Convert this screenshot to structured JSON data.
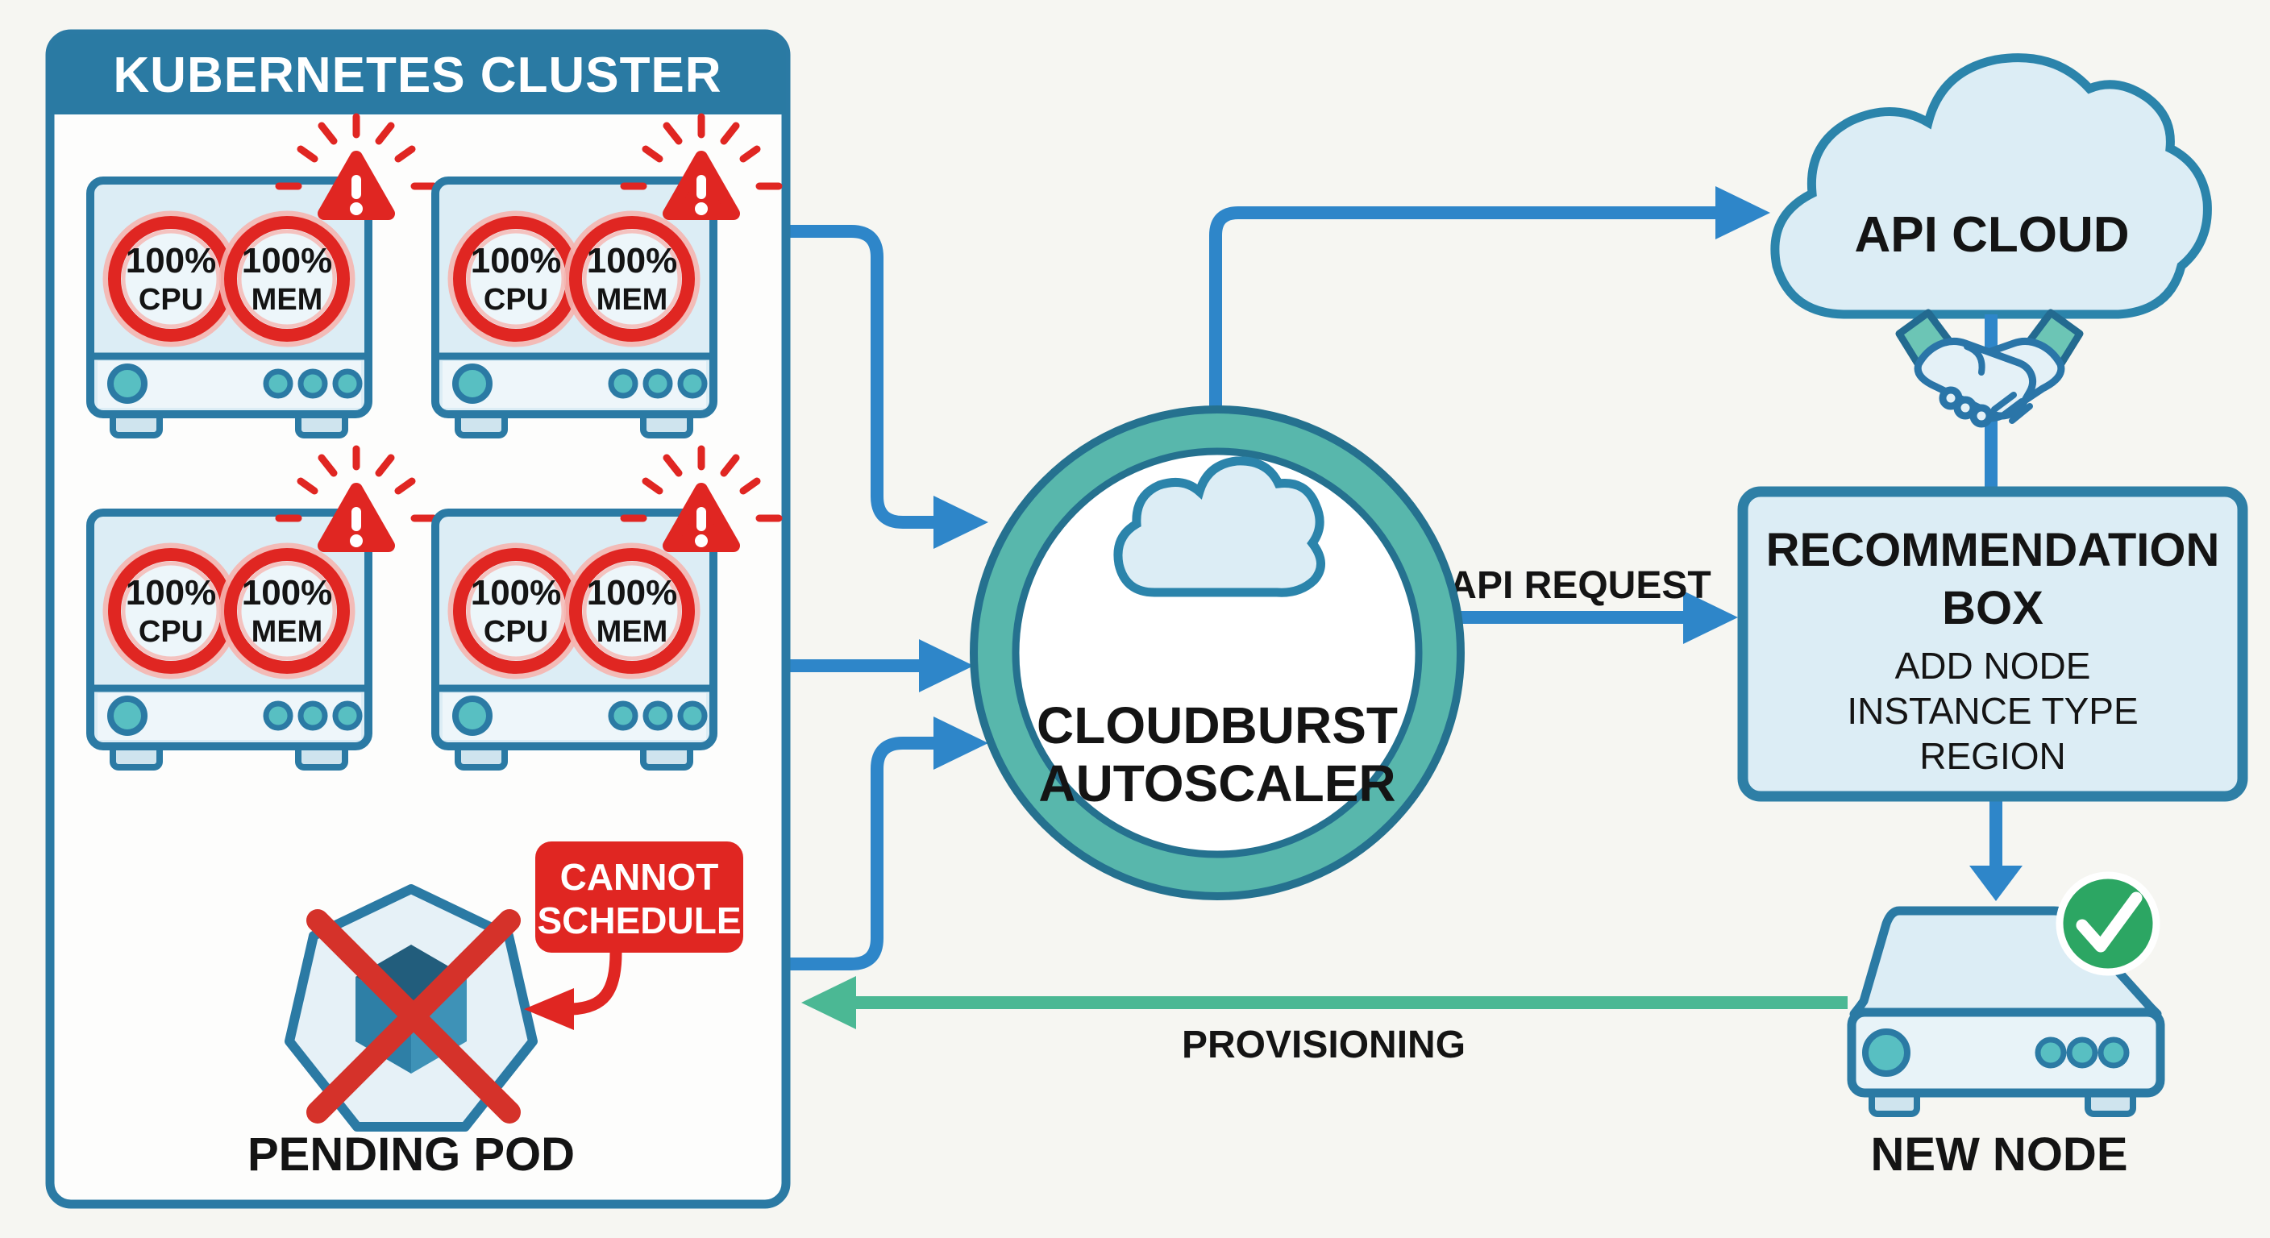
{
  "cluster": {
    "title": "KUBERNETES CLUSTER",
    "servers": [
      {
        "cpu_value": "100%",
        "cpu_label": "CPU",
        "mem_value": "100%",
        "mem_label": "MEM"
      },
      {
        "cpu_value": "100%",
        "cpu_label": "CPU",
        "mem_value": "100%",
        "mem_label": "MEM"
      },
      {
        "cpu_value": "100%",
        "cpu_label": "CPU",
        "mem_value": "100%",
        "mem_label": "MEM"
      },
      {
        "cpu_value": "100%",
        "cpu_label": "CPU",
        "mem_value": "100%",
        "mem_label": "MEM"
      }
    ],
    "pending_pod": {
      "label": "PENDING POD",
      "badge_line1": "CANNOT",
      "badge_line2": "SCHEDULE"
    }
  },
  "autoscaler": {
    "name_line1": "CLOUDBURST",
    "name_line2": "AUTOSCALER"
  },
  "api_cloud": {
    "label": "API CLOUD"
  },
  "recommendation_box": {
    "title_line1": "RECOMMENDATION",
    "title_line2": "BOX",
    "items": [
      "ADD NODE",
      "INSTANCE TYPE",
      "REGION"
    ]
  },
  "new_node": {
    "label": "NEW NODE"
  },
  "labels": {
    "api_request": "API REQUEST",
    "provisioning": "PROVISIONING"
  },
  "colors": {
    "background": "#f6f6f2",
    "outline_blue": "#2b7aa4",
    "header_blue": "#2a7aa3",
    "light_blue_fill": "#dcedf5",
    "teal_accent": "#58bfc2",
    "ring_teal": "#58b7ac",
    "arrow_blue": "#2e86c9",
    "arrow_green": "#4bb894",
    "alert_red": "#e02622",
    "check_green": "#2ca663",
    "text_dark": "#141414",
    "text_light": "#ffffff"
  }
}
